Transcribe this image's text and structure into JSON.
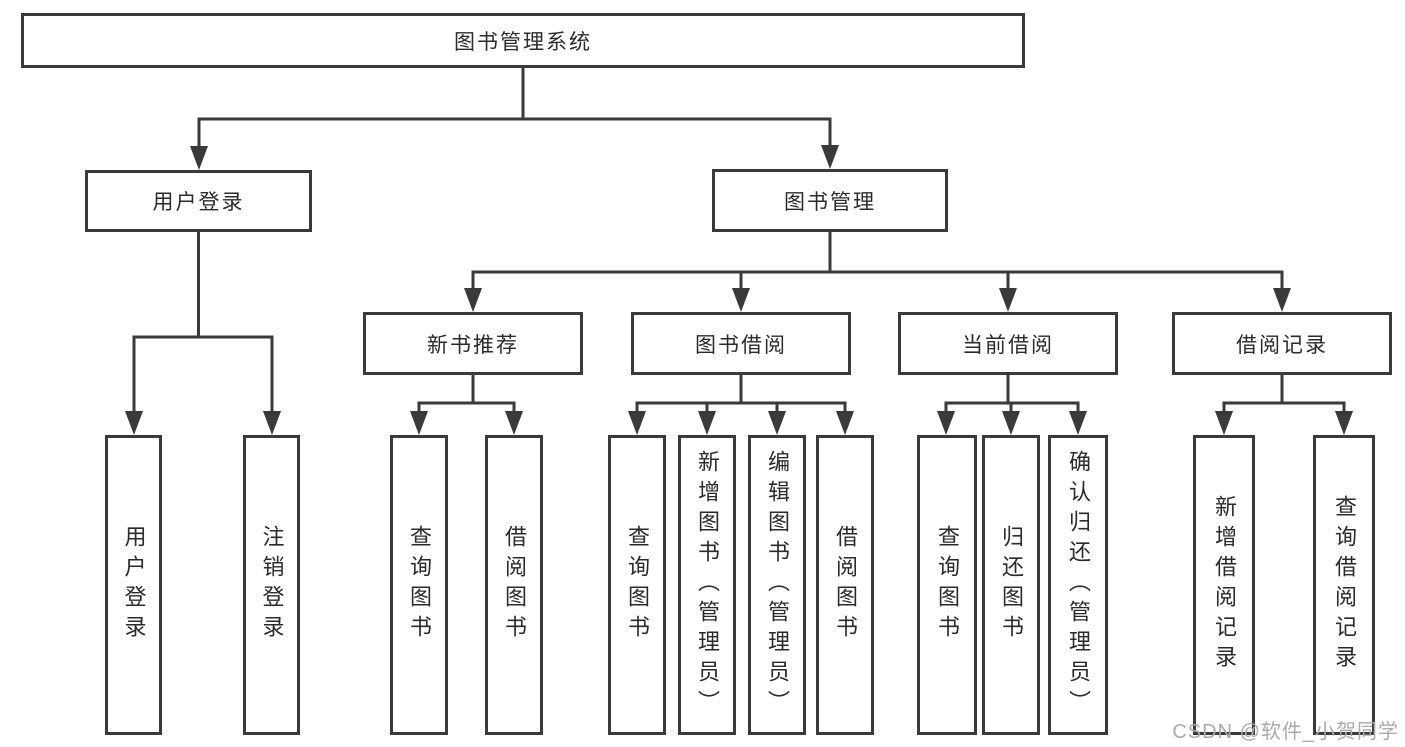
{
  "diagram": {
    "title": "图书管理系统",
    "level2": [
      "用户登录",
      "图书管理"
    ],
    "level3": [
      "新书推荐",
      "图书借阅",
      "当前借阅",
      "借阅记录"
    ],
    "leaves": [
      "用户登录",
      "注销登录",
      "查询图书",
      "借阅图书",
      "查询图书",
      "新增图书（管理员）",
      "编辑图书（管理员）",
      "借阅图书",
      "查询图书",
      "归还图书",
      "确认归还（管理员）",
      "新增借阅记录",
      "查询借阅记录"
    ]
  },
  "watermark": "CSDN @软件_小贺同学",
  "colors": {
    "line": "#3a3a3a",
    "box_border": "#3a3a3a",
    "box_background": "#ffffff",
    "text": "#2b2b2b",
    "watermark": "#aaaaaa",
    "page_background": "#ffffff"
  }
}
